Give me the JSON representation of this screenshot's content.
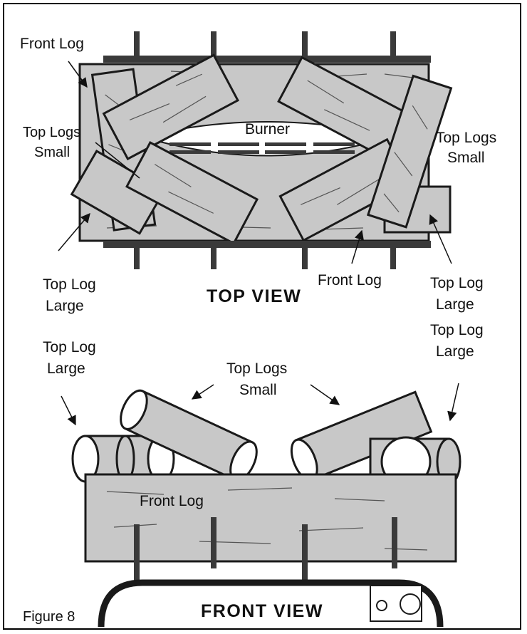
{
  "top_view": {
    "heading": "TOP VIEW",
    "burner": "Burner",
    "front_log_top": "Front Log",
    "top_logs_small_left": [
      "Top Logs",
      "Small"
    ],
    "top_logs_small_right": [
      "Top Logs",
      "Small"
    ],
    "top_log_large_left": [
      "Top Log",
      "Large"
    ],
    "front_log_bottom": "Front Log",
    "top_log_large_right": [
      "Top Log",
      "Large"
    ]
  },
  "front_view": {
    "heading": "FRONT VIEW",
    "top_log_large_left": [
      "Top Log",
      "Large"
    ],
    "top_logs_small": [
      "Top Logs",
      "Small"
    ],
    "top_log_large_right": [
      "Top Log",
      "Large"
    ],
    "front_log": "Front Log"
  },
  "figure_label": "Figure 8"
}
